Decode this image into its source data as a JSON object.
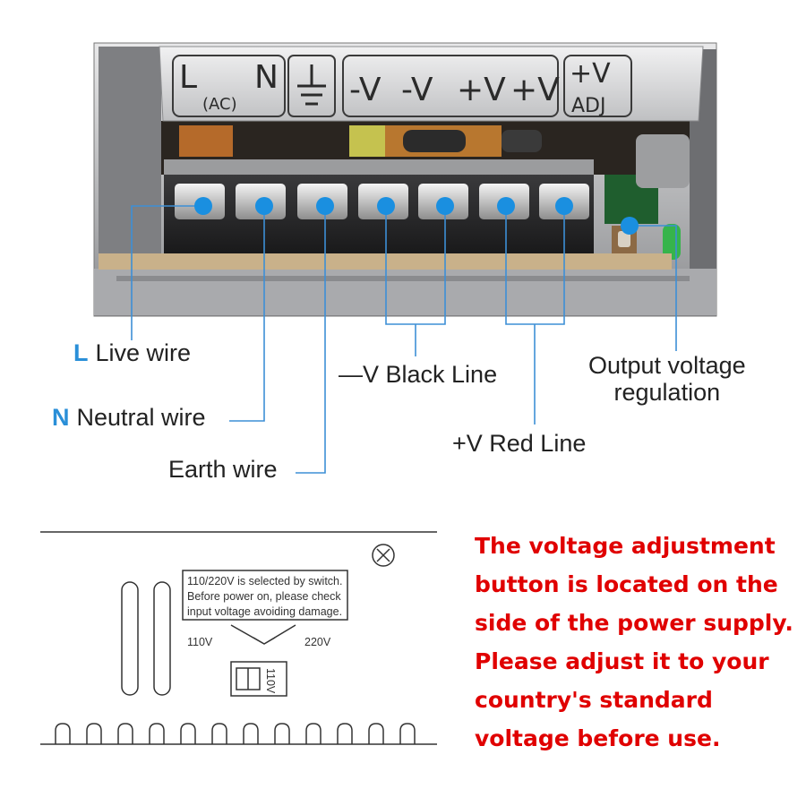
{
  "terminal_plate": {
    "L": "L",
    "AC": "(AC)",
    "N": "N",
    "minus_v": "-V",
    "plus_v": "+V",
    "adj_top": "+V",
    "adj_bottom": "ADJ"
  },
  "labels": {
    "live": {
      "key": "L",
      "text": "Live wire"
    },
    "neutral": {
      "key": "N",
      "text": "Neutral wire"
    },
    "earth": {
      "text": "Earth wire"
    },
    "black": {
      "text": "—V Black Line"
    },
    "red": {
      "text": "+V Red Line"
    },
    "adjust": {
      "line1": "Output voltage",
      "line2": "regulation"
    }
  },
  "panel": {
    "note_line1": "110/220V is selected by switch.",
    "note_line2": "Before power on, please check",
    "note_line3": "input voltage avoiding damage.",
    "left_voltage": "110V",
    "right_voltage": "220V",
    "switch_text": "110V"
  },
  "warning": {
    "line1": "The voltage adjustment",
    "line2": "button is located on the",
    "line3": "side of the power supply.",
    "line4": "Please adjust it to your",
    "line5": "country's standard",
    "line6": "voltage before use."
  },
  "colors": {
    "accent_blue": "#2a8fd8",
    "dot_blue": "#1a8fe0",
    "warning_red": "#e00000"
  }
}
